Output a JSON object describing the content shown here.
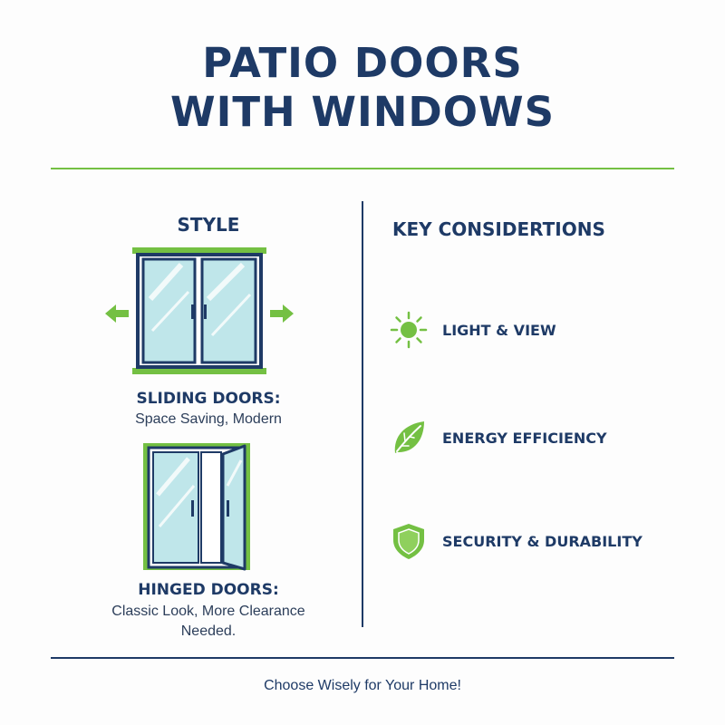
{
  "title": {
    "line1": "PATIO DOORS",
    "line2": "WITH WINDOWS"
  },
  "style_section": {
    "heading": "STYLE",
    "sliding": {
      "title": "SLIDING DOORS:",
      "description": "Space Saving, Modern",
      "icon": "sliding-door-icon"
    },
    "hinged": {
      "title": "HINGED DOORS:",
      "description_line1": "Classic Look, More Clearance",
      "description_line2": "Needed.",
      "icon": "hinged-door-icon"
    }
  },
  "considerations": {
    "heading": "KEY CONSIDERTIONS",
    "items": [
      {
        "label": "LIGHT & VIEW",
        "icon": "sun-icon"
      },
      {
        "label": "ENERGY EFFICIENCY",
        "icon": "leaf-icon"
      },
      {
        "label": "SECURITY & DURABILITY",
        "icon": "shield-icon"
      }
    ]
  },
  "footer": {
    "text": "Choose Wisely for Your Home!"
  },
  "colors": {
    "navy": "#1e3a66",
    "green": "#74c043",
    "glass": "#bfe6ea"
  }
}
